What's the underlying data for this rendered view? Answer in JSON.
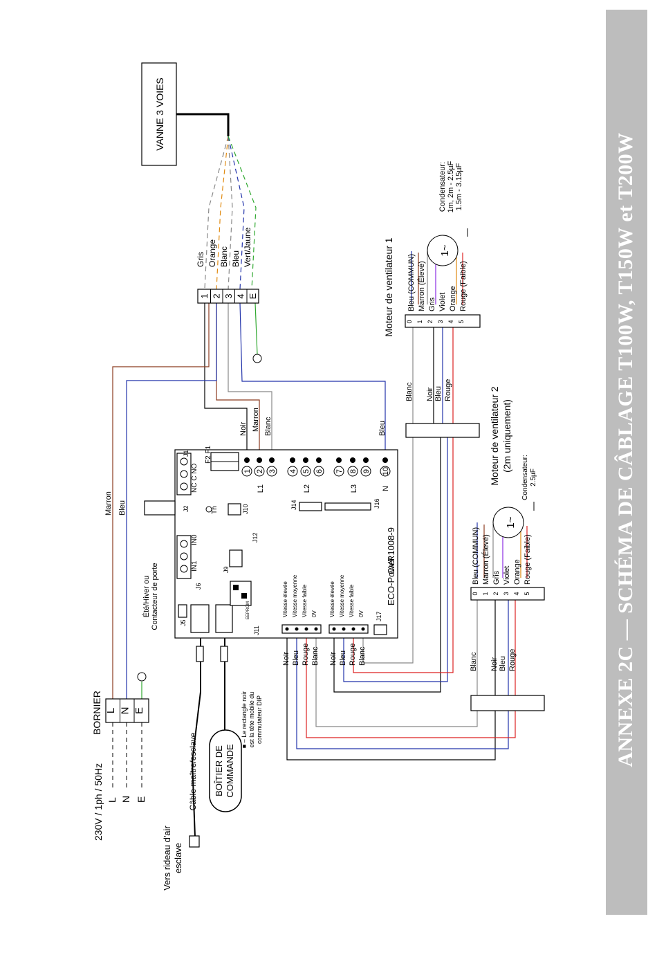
{
  "title": "ANNEXE 2C — SCHÉMA DE CÂBLAGE T100W, T150W et T200W",
  "colors": {
    "sidebar": "#bdbdbd",
    "brown": "#8B3A1E",
    "blue": "#2233aa",
    "orange": "#e08a10",
    "green": "#2fa82f",
    "red": "#dd2222",
    "gray": "#888888",
    "black": "#000000"
  },
  "valve": {
    "label": "VANNE 3 VOIES",
    "wires": [
      "Gris",
      "Orange",
      "Blanc",
      "Bleu",
      "Vert/Jaune"
    ],
    "terminals": [
      "1",
      "2",
      "3",
      "4",
      "E"
    ]
  },
  "power": {
    "title": "BORNIER",
    "supply": "230V / 1ph / 50Hz",
    "lines": [
      "L",
      "N",
      "E"
    ],
    "terminals": [
      "L",
      "N",
      "E"
    ],
    "wire_marron": "Marron",
    "wire_bleu": "Bleu"
  },
  "board": {
    "name": "ECO-Power",
    "model": "CVR1008-9",
    "input_wires": [
      "Noir",
      "Marron",
      "Blanc"
    ],
    "bleu_label": "Bleu",
    "numbers": [
      "1",
      "2",
      "3",
      "4",
      "5",
      "6",
      "7",
      "8",
      "9",
      "10"
    ],
    "line_labels": [
      "L1",
      "L2",
      "L3",
      "N"
    ],
    "connectors": [
      "J1",
      "J2",
      "J5",
      "J6",
      "J9",
      "J10",
      "J11",
      "J12",
      "J14",
      "J16",
      "J17"
    ],
    "fuses": [
      "F2",
      "F1"
    ],
    "relay": [
      "NC",
      "C",
      "NO"
    ],
    "inputs": [
      "IN0",
      "IN1"
    ],
    "thermistor": "Th",
    "eeprom": "EEPROM",
    "contact_label": [
      "Été/Hiver  ou",
      "Contacteur de porte"
    ],
    "speed_labels": [
      "Vitesse élevée",
      "Vitesse moyenne",
      "Vitesse faible",
      "0V"
    ],
    "speed_wires": [
      "Noir",
      "Bleu",
      "Rouge",
      "Blanc"
    ]
  },
  "dip_note": [
    "■ – Le rectangle noir",
    "est la tête mobile du",
    "commutateur DIP"
  ],
  "control": {
    "box": [
      "BOÎTIER DE",
      "COMMANDE"
    ],
    "cable": "Câble maître/esclave",
    "slave": [
      "Vers rideau d'air",
      "esclave"
    ]
  },
  "motor1": {
    "title": "Moteur de ventilateur 1",
    "terminals": [
      "0",
      "1",
      "2",
      "3",
      "4",
      "5"
    ],
    "wires": [
      "Bleu (COMMUN)",
      "Marron (Élevé)",
      "Gris",
      "Violet",
      "Orange",
      "Rouge (Faible)"
    ],
    "cap": [
      "Condensateur:",
      "1m, 2m - 2.5µF",
      "1.5m - 3.15µF"
    ],
    "cable_labels": [
      "Blanc",
      "Noir",
      "Bleu",
      "Rouge"
    ],
    "symbol": "1~"
  },
  "motor2": {
    "title": [
      "Moteur de ventilateur 2",
      "(2m uniquement)"
    ],
    "terminals": [
      "0",
      "1",
      "2",
      "3",
      "4",
      "5"
    ],
    "wires": [
      "Bleu (COMMUN)",
      "Marron (Élevé)",
      "Gris",
      "Violet",
      "Orange",
      "Rouge (Faible)"
    ],
    "cap": [
      "Condensateur:",
      "2.5µF"
    ],
    "cable_labels": [
      "Blanc",
      "Noir",
      "Bleu",
      "Rouge"
    ],
    "symbol": "1~"
  }
}
